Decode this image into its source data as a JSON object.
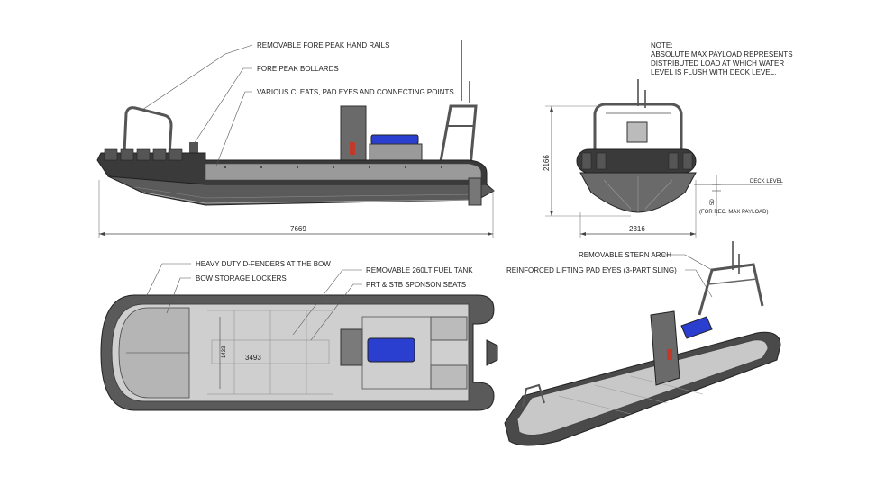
{
  "labels": {
    "fore_peak_rails": "REMOVABLE FORE PEAK HAND RAILS",
    "fore_peak_bollards": "FORE PEAK BOLLARDS",
    "cleats": "VARIOUS CLEATS, PAD EYES AND CONNECTING POINTS",
    "d_fenders": "HEAVY DUTY D-FENDERS AT THE BOW",
    "bow_lockers": "BOW STORAGE LOCKERS",
    "fuel_tank": "REMOVABLE 260LT FUEL TANK",
    "sponson_seats": "PRT & STB SPONSON SEATS",
    "stern_arch": "REMOVABLE STERN ARCH",
    "lifting_eyes": "REINFORCED LIFTING PAD EYES (3-PART SLING)",
    "deck_level": "DECK LEVEL",
    "payload_note": "(FOR REC. MAX PAYLOAD)"
  },
  "note": {
    "title": "NOTE:",
    "line1": "ABSOLUTE MAX PAYLOAD REPRESENTS",
    "line2": "DISTRIBUTED LOAD AT WHICH WATER",
    "line3": "LEVEL IS FLUSH WITH DECK LEVEL."
  },
  "dimensions": {
    "length": "7669",
    "height": "2166",
    "beam": "2316",
    "freeboard": "50",
    "deck_width": "1433",
    "deck_length": "3493"
  },
  "colors": {
    "hull_dark": "#3a3a3a",
    "hull_mid": "#8a8a8a",
    "deck": "#cfcfcf",
    "accent_blue": "#2a3fd0",
    "accent_red": "#c0392b"
  }
}
